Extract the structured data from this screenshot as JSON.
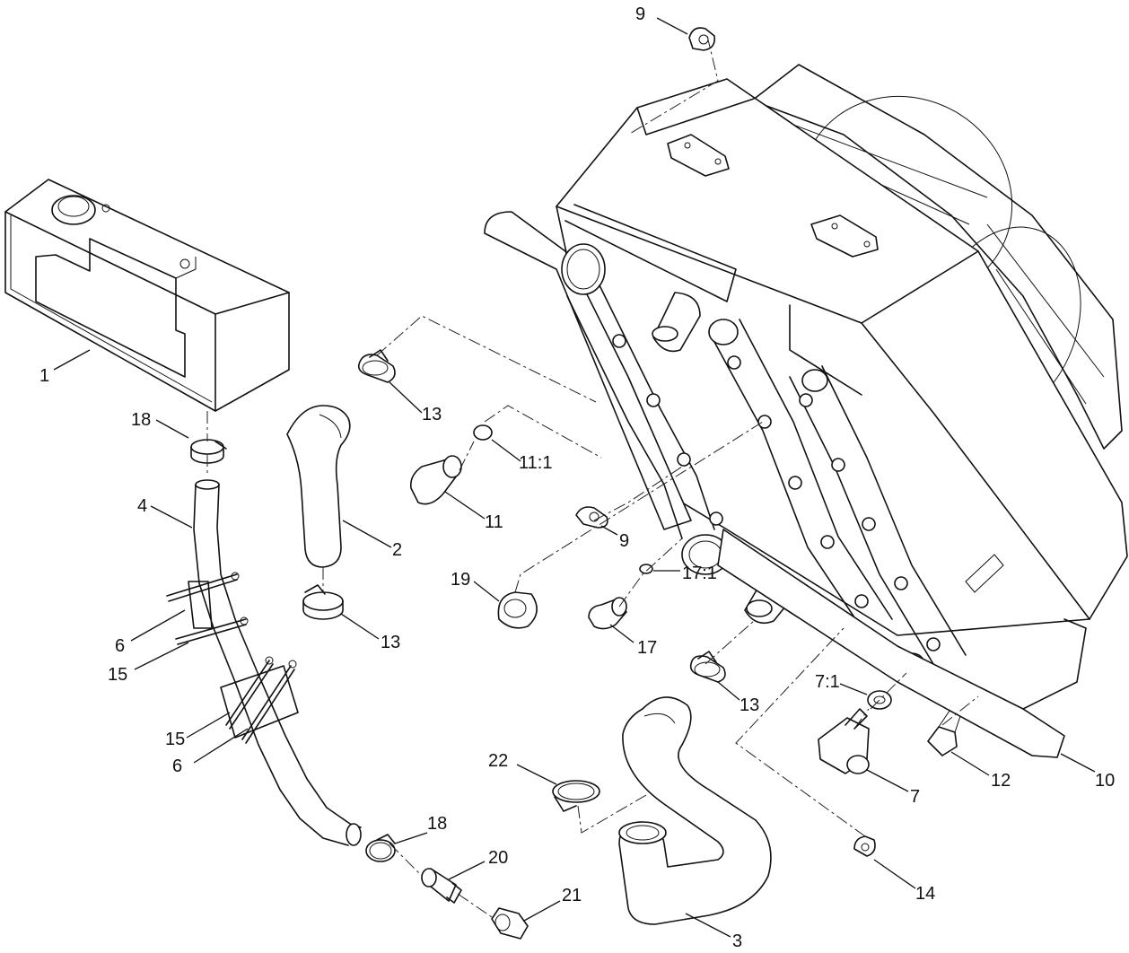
{
  "callouts": [
    {
      "id": "c1",
      "text": "1"
    },
    {
      "id": "c2",
      "text": "2"
    },
    {
      "id": "c3",
      "text": "3"
    },
    {
      "id": "c4",
      "text": "4"
    },
    {
      "id": "c6a",
      "text": "6"
    },
    {
      "id": "c6b",
      "text": "6"
    },
    {
      "id": "c7",
      "text": "7"
    },
    {
      "id": "c71",
      "text": "7:1"
    },
    {
      "id": "c9a",
      "text": "9"
    },
    {
      "id": "c9b",
      "text": "9"
    },
    {
      "id": "c10",
      "text": "10"
    },
    {
      "id": "c11",
      "text": "11"
    },
    {
      "id": "c111",
      "text": "11:1"
    },
    {
      "id": "c12",
      "text": "12"
    },
    {
      "id": "c13a",
      "text": "13"
    },
    {
      "id": "c13b",
      "text": "13"
    },
    {
      "id": "c13c",
      "text": "13"
    },
    {
      "id": "c14",
      "text": "14"
    },
    {
      "id": "c15a",
      "text": "15"
    },
    {
      "id": "c15b",
      "text": "15"
    },
    {
      "id": "c17",
      "text": "17"
    },
    {
      "id": "c171",
      "text": "17:1"
    },
    {
      "id": "c18a",
      "text": "18"
    },
    {
      "id": "c18b",
      "text": "18"
    },
    {
      "id": "c19",
      "text": "19"
    },
    {
      "id": "c20",
      "text": "20"
    },
    {
      "id": "c21",
      "text": "21"
    },
    {
      "id": "c22",
      "text": "22"
    }
  ]
}
